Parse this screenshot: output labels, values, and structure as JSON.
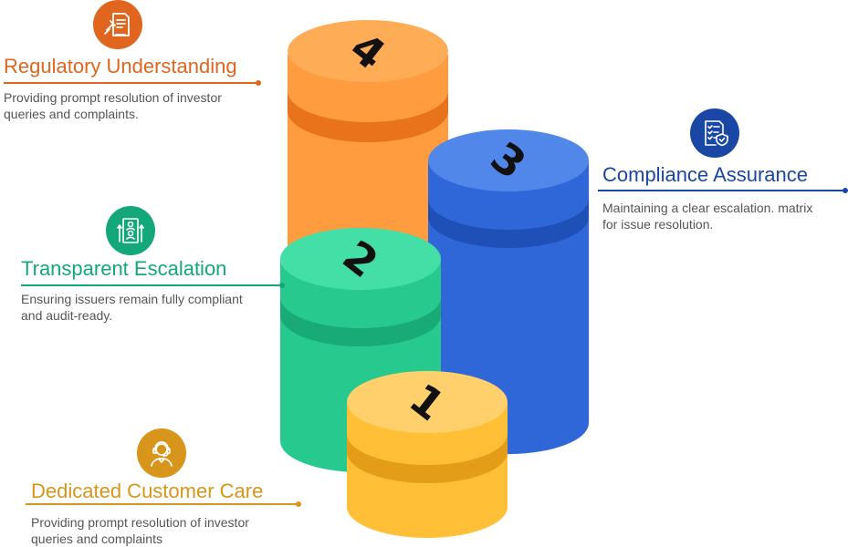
{
  "items": [
    {
      "title": "Regulatory Understanding",
      "desc_lines": [
        "Providing prompt resolution of investor",
        "queries and complaints."
      ],
      "color": "#e0661f",
      "icon": "gavel-document-icon"
    },
    {
      "title": "Transparent Escalation",
      "desc_lines": [
        "Ensuring issuers remain fully compliant",
        "and audit-ready."
      ],
      "color": "#13a77a",
      "icon": "people-escalation-icon"
    },
    {
      "title": "Compliance Assurance",
      "desc_lines": [
        "Maintaining a clear escalation. matrix",
        "for issue resolution."
      ],
      "color": "#1a47a3",
      "icon": "checklist-shield-icon"
    },
    {
      "title": "Dedicated Customer Care",
      "desc_lines": [
        "Providing prompt resolution of investor",
        "queries and complaints"
      ],
      "color": "#d8951b",
      "icon": "support-agent-icon"
    }
  ],
  "cylinders": [
    {
      "label": "4",
      "top_color": "#ffac57",
      "body_color": "#ff9c40",
      "band_color": "#e9731b"
    },
    {
      "label": "3",
      "top_color": "#5287ea",
      "body_color": "#2f67d8",
      "band_color": "#1f50b8"
    },
    {
      "label": "2",
      "top_color": "#44dfa7",
      "body_color": "#28c98e",
      "band_color": "#18ab78"
    },
    {
      "label": "1",
      "top_color": "#ffd06b",
      "body_color": "#ffbf36",
      "band_color": "#e49d18"
    }
  ]
}
